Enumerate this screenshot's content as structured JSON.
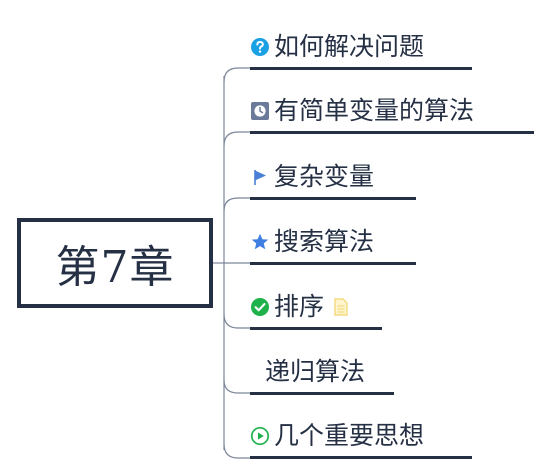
{
  "root": {
    "label": "第7章"
  },
  "topics": [
    {
      "label": "如何解决问题",
      "icon": "question-circle-icon",
      "icon_color": "#1aa1e3"
    },
    {
      "label": "有简单变量的算法",
      "icon": "clock-square-icon",
      "icon_color": "#6b7a99"
    },
    {
      "label": "复杂变量",
      "icon": "flag-icon",
      "icon_color": "#4a7fd6"
    },
    {
      "label": "搜索算法",
      "icon": "star-icon",
      "icon_color": "#3f7ee3"
    },
    {
      "label": "排序",
      "icon": "check-circle-icon",
      "icon_color": "#1fb24a",
      "note_icon": "note-icon",
      "note_color": "#f2d36b"
    },
    {
      "label": "递归算法",
      "icon": "",
      "icon_color": ""
    },
    {
      "label": "几个重要思想",
      "icon": "play-circle-icon",
      "icon_color": "#1fb24a"
    }
  ],
  "colors": {
    "line": "#253045",
    "connector": "#7b8699"
  }
}
